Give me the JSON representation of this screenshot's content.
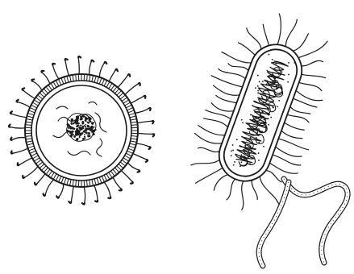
{
  "image": {
    "background": "#ffffff",
    "ink_color": "#1a1a1a",
    "style": "pen-and-ink line drawing",
    "subjects": [
      {
        "name": "spherical-cell",
        "features": [
          "outer-capsule",
          "inner-wall-ring",
          "striated-cell-wall",
          "fimbriae",
          "cytoplasm-strands",
          "nucleoid-cluster"
        ]
      },
      {
        "name": "rod-shaped-cell",
        "features": [
          "capsule",
          "cell-wall",
          "fimbriae",
          "coiled-nucleoid",
          "ribosome-dots",
          "flagellum"
        ]
      }
    ]
  }
}
